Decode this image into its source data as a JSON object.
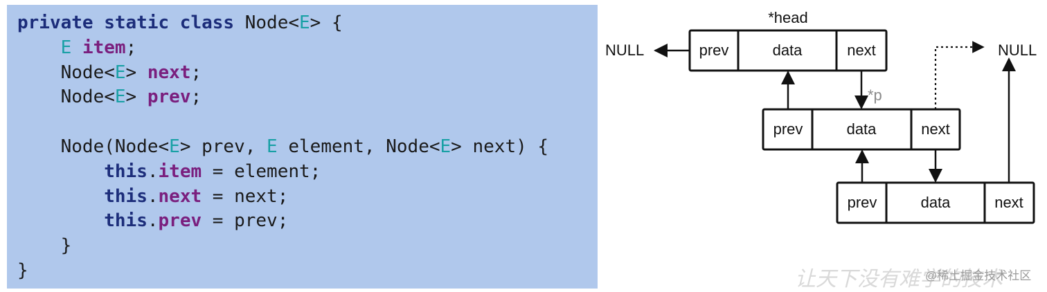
{
  "code": {
    "lines": [
      [
        [
          "kw",
          "private static class "
        ],
        [
          "plain",
          "Node<"
        ],
        [
          "type",
          "E"
        ],
        [
          "plain",
          "> {"
        ]
      ],
      [
        [
          "plain",
          "    "
        ],
        [
          "type",
          "E"
        ],
        [
          "plain",
          " "
        ],
        [
          "field",
          "item"
        ],
        [
          "plain",
          ";"
        ]
      ],
      [
        [
          "plain",
          "    Node<"
        ],
        [
          "type",
          "E"
        ],
        [
          "plain",
          "> "
        ],
        [
          "field",
          "next"
        ],
        [
          "plain",
          ";"
        ]
      ],
      [
        [
          "plain",
          "    Node<"
        ],
        [
          "type",
          "E"
        ],
        [
          "plain",
          "> "
        ],
        [
          "field",
          "prev"
        ],
        [
          "plain",
          ";"
        ]
      ],
      [
        [
          "plain",
          ""
        ]
      ],
      [
        [
          "plain",
          "    Node(Node<"
        ],
        [
          "type",
          "E"
        ],
        [
          "plain",
          "> prev, "
        ],
        [
          "type",
          "E"
        ],
        [
          "plain",
          " element, Node<"
        ],
        [
          "type",
          "E"
        ],
        [
          "plain",
          "> next) {"
        ]
      ],
      [
        [
          "plain",
          "        "
        ],
        [
          "kw",
          "this"
        ],
        [
          "plain",
          "."
        ],
        [
          "field",
          "item"
        ],
        [
          "plain",
          " = element;"
        ]
      ],
      [
        [
          "plain",
          "        "
        ],
        [
          "kw",
          "this"
        ],
        [
          "plain",
          "."
        ],
        [
          "field",
          "next"
        ],
        [
          "plain",
          " = next;"
        ]
      ],
      [
        [
          "plain",
          "        "
        ],
        [
          "kw",
          "this"
        ],
        [
          "plain",
          "."
        ],
        [
          "field",
          "prev"
        ],
        [
          "plain",
          " = prev;"
        ]
      ],
      [
        [
          "plain",
          "    }"
        ]
      ],
      [
        [
          "plain",
          "}"
        ]
      ]
    ]
  },
  "diagram": {
    "head_label": "*head",
    "p_label": "*p",
    "null_left": "NULL",
    "null_right": "NULL",
    "nodes": [
      {
        "prev": "prev",
        "data": "data",
        "next": "next"
      },
      {
        "prev": "prev",
        "data": "data",
        "next": "next"
      },
      {
        "prev": "prev",
        "data": "data",
        "next": "next"
      }
    ]
  },
  "watermark": {
    "faint": "让天下没有难学的技术",
    "text": "@稀土掘金技术社区"
  },
  "colors": {
    "code_background": "#b0c8ec",
    "keyword": "#1c2d7a",
    "type_param": "#18a0a5",
    "field": "#7a1f7e",
    "p_pointer": "#8a8a8a"
  }
}
